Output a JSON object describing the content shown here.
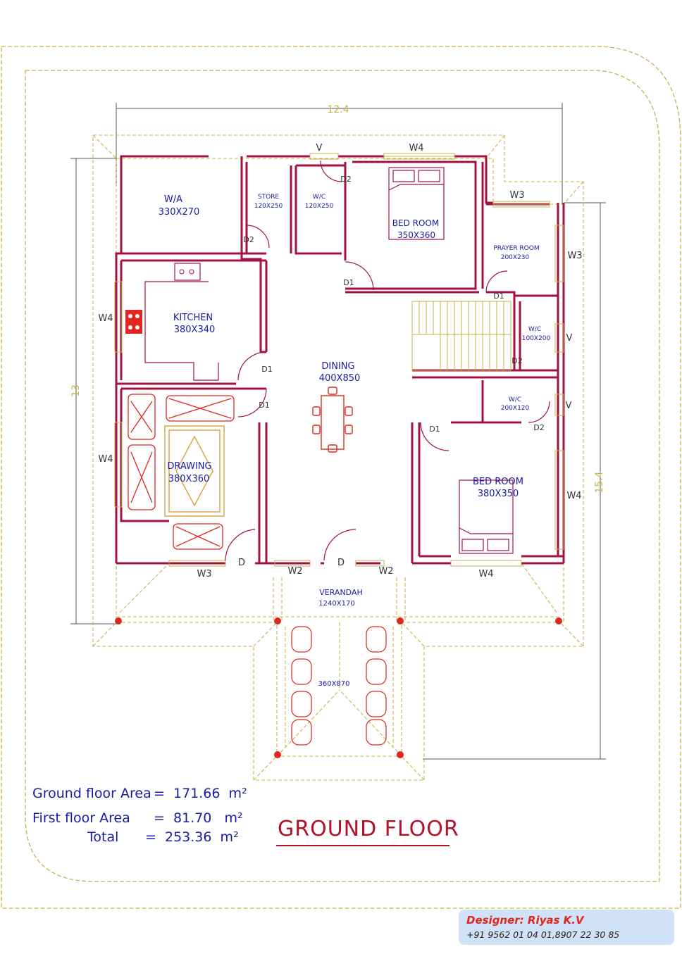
{
  "dimensions": {
    "width_total": "12.4",
    "depth_left": "13",
    "depth_right": "15.4"
  },
  "rooms": {
    "wa": {
      "name": "W/A",
      "size": "330X270"
    },
    "store": {
      "name": "STORE",
      "size": "120X250"
    },
    "wc1": {
      "name": "W/C",
      "size": "120X250"
    },
    "bed1": {
      "name": "BED ROOM",
      "size": "350X360"
    },
    "prayer": {
      "name": "PRAYER ROOM",
      "size": "200X230"
    },
    "kitchen": {
      "name": "KITCHEN",
      "size": "380X340"
    },
    "dining": {
      "name": "DINING",
      "size": "400X850"
    },
    "wc2": {
      "name": "W/C",
      "size": "100X200"
    },
    "wc3": {
      "name": "W/C",
      "size": "200X120"
    },
    "drawing": {
      "name": "DRAWING",
      "size": "380X360"
    },
    "bed2": {
      "name": "BED ROOM",
      "size": "380X350"
    },
    "verandah": {
      "name": "VERANDAH",
      "size": "1240X170"
    },
    "porch": {
      "size": "360X870"
    }
  },
  "labels": {
    "v": "V",
    "w4": "W4",
    "w3": "W3",
    "w2": "W2",
    "d": "D",
    "d1": "D1",
    "d2": "D2"
  },
  "areas": {
    "ground_label": "Ground floor Area",
    "ground_value": "=  171.66  m²",
    "first_label": "First floor Area",
    "first_value": "=  81.70   m²",
    "total_label": "Total",
    "total_value": "=  253.36  m²"
  },
  "title": "GROUND FLOOR",
  "designer": {
    "name": "Designer: Riyas K.V",
    "phone": "+91 9562 01 04 01,8907 22 30 85"
  },
  "colors": {
    "wall": "#a3123f",
    "dashed": "#c8b24a",
    "text_blue": "#1a1aa6",
    "red": "#e0261f"
  }
}
